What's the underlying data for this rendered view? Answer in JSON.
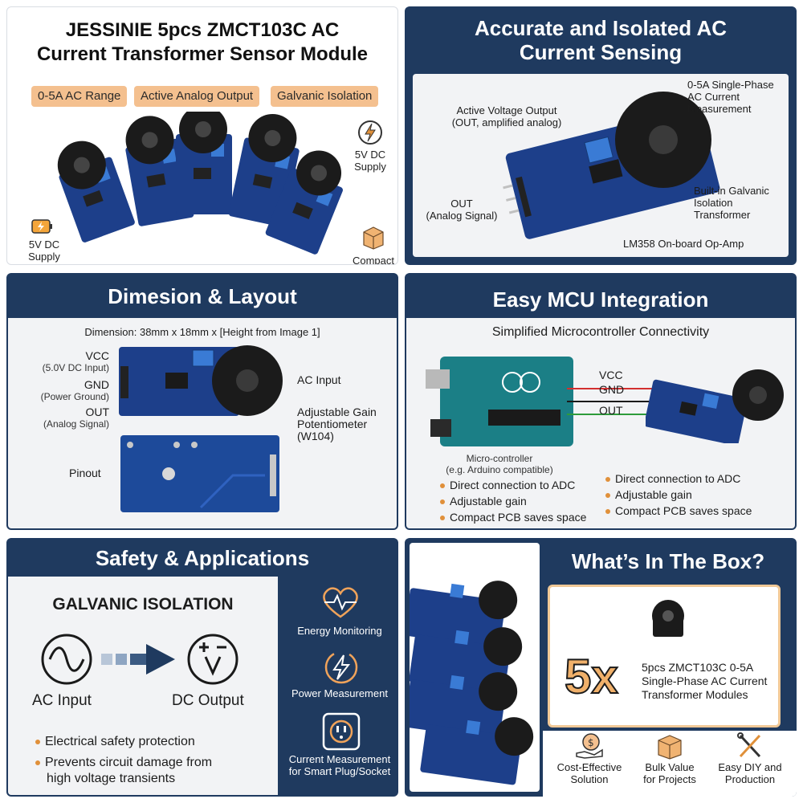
{
  "hero": {
    "title_line1": "JESSINIE 5pcs ZMCT103C AC",
    "title_line2": "Current Transformer Sensor Module",
    "chips": [
      "0-5A AC Range",
      "Active Analog Output",
      "Galvanic Isolation"
    ],
    "feature_supply_right_1": "5V DC",
    "feature_supply_right_2": "Supply",
    "feature_supply_left_1": "5V DC",
    "feature_supply_left_2": "Supply",
    "feature_compact": "Compact"
  },
  "sensing": {
    "title_line1": "Accurate and Isolated AC",
    "title_line2": "Current Sensing",
    "active_out_1": "Active Voltage Output",
    "active_out_2": "(OUT, amplified analog)",
    "single_phase_1": "0-5A Single-Phase",
    "single_phase_2": "AC Current",
    "single_phase_3": "Measurement",
    "out_1": "OUT",
    "out_2": "(Analog Signal)",
    "builtin_1": "Built-in Galvanic",
    "builtin_2": "Isolation",
    "builtin_3": "Transformer",
    "opamp": "LM358 On-board Op-Amp"
  },
  "dimension": {
    "title": "Dimesion & Layout",
    "dimension_text": "Dimension: 38mm x 18mm x [Height from Image 1]",
    "vcc": "VCC",
    "vcc_sub": "(5.0V DC Input)",
    "gnd": "GND",
    "gnd_sub": "(Power Ground)",
    "out": "OUT",
    "out_sub": "(Analog Signal)",
    "ac_input": "AC Input",
    "gain_1": "Adjustable Gain",
    "gain_2": "Potentiometer",
    "gain_3": "(W104)",
    "pinout": "Pinout"
  },
  "mcu": {
    "title": "Easy MCU Integration",
    "subtitle": "Simplified Microcontroller Connectivity",
    "vcc": "VCC",
    "gnd": "GND",
    "out": "OUT",
    "mc_1": "Micro-controller",
    "mc_2": "(e.g. Arduino compatible)",
    "left_bullets": [
      "Direct connection to ADC",
      "Adjustable gain",
      "Compact PCB saves space"
    ],
    "right_bullets": [
      "Direct connection to ADC",
      "Adjustable gain",
      "Compact PCB saves space"
    ]
  },
  "safety": {
    "title": "Safety & Applications",
    "iso_title": "GALVANIC ISOLATION",
    "ac_input": "AC Input",
    "dc_output": "DC Output",
    "bullet_1": "Electrical safety protection",
    "bullet_2a": "Prevents circuit damage from",
    "bullet_2b": "high voltage transients",
    "app_energy": "Energy Monitoring",
    "app_power": "Power Measurement",
    "app_current_1": "Current Measurement",
    "app_current_2": "for Smart Plug/Socket"
  },
  "box": {
    "title": "What’s In The Box?",
    "qty": "5x",
    "desc_1": "5pcs ZMCT103C 0-5A",
    "desc_2": "Single-Phase AC Current",
    "desc_3": "Transformer Modules",
    "cost_1": "Cost-Effective",
    "cost_2": "Solution",
    "bulk_1": "Bulk Value",
    "bulk_2": "for Projects",
    "diy_1": "Easy DIY and",
    "diy_2": "Production"
  },
  "colors": {
    "navy": "#1f3a5f",
    "chip": "#f4c08f",
    "bullet": "#e0903a",
    "pcb": "#1d3f8a",
    "core": "#1b1b1b",
    "wire_red": "#d32f2f",
    "wire_green": "#2e9b3a"
  }
}
